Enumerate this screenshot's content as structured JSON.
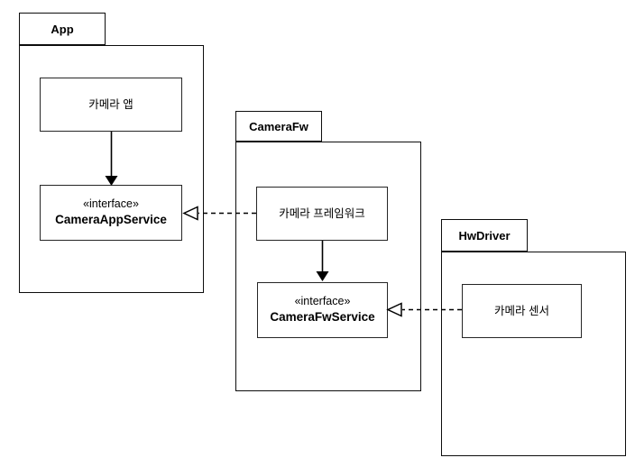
{
  "colors": {
    "background": "#ffffff",
    "stroke": "#000000",
    "node_fill": "#ffffff"
  },
  "packages": [
    {
      "name": "App",
      "components": [
        {
          "label": "카메라 앱"
        },
        {
          "stereotype": "«interface»",
          "label": "CameraAppService"
        }
      ]
    },
    {
      "name": "CameraFw",
      "components": [
        {
          "label": "카메라 프레임워크"
        },
        {
          "stereotype": "«interface»",
          "label": "CameraFwService"
        }
      ]
    },
    {
      "name": "HwDriver",
      "components": [
        {
          "label": "카메라 센서"
        }
      ]
    }
  ],
  "connectors": [
    {
      "kind": "directed-association",
      "style": "solid-filled-arrow",
      "from": "카메라 앱",
      "to": "CameraAppService"
    },
    {
      "kind": "directed-association",
      "style": "solid-filled-arrow",
      "from": "카메라 프레임워크",
      "to": "CameraFwService"
    },
    {
      "kind": "realization",
      "style": "dashed-open-triangle",
      "from": "카메라 프레임워크",
      "to": "CameraAppService"
    },
    {
      "kind": "realization",
      "style": "dashed-open-triangle",
      "from": "카메라 센서",
      "to": "CameraFwService"
    }
  ]
}
